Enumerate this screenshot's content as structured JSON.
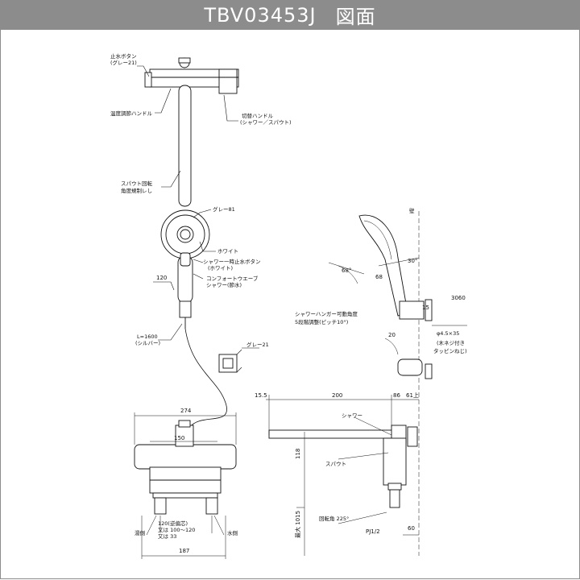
{
  "header": {
    "model": "TBV03453J",
    "title": "図面"
  },
  "labels": {
    "stop_button": "止水ボタン",
    "stop_button_color": "(グレー21)",
    "temp_handle": "温度調節ハンドル",
    "switch_handle": "切替ハンドル",
    "switch_handle_sub": "(シャワー／スパウト)",
    "spout_scale_1": "スパウト回転",
    "spout_scale_2": "角度規制レし",
    "head_color": "グレー81",
    "white": "ホワイト",
    "shower_stop_button": "シャワー一時止水ボタン",
    "shower_stop_button_sub": "(ホワイト)",
    "comfort_wave_1": "コンフォートウエーブ",
    "comfort_wave_2": "シャワー(節水)",
    "hose_length": "L=1600",
    "hose_color": "(シルバー)",
    "holder_color": "グレー21",
    "wall": "壁",
    "hanger_angle": "シャワーハンガー可動角度",
    "hanger_step": "5段階調整(ピッチ10°)",
    "screw": "φ4.5×35",
    "screw_sub_1": "(木ネジ付き",
    "screw_sub_2": "タッピンねじ)",
    "shower_label": "シャワー",
    "spout_label": "スパウト",
    "hot_water": "湯側",
    "cold_water": "水側",
    "spec_center": "120(逆偏芯)",
    "spec_range_1": "又は 100〜120",
    "spec_range_2": "又は 33",
    "spout_rotation": "回転角 225°"
  },
  "dimensions": {
    "d_274": "274",
    "d_120_top": "120",
    "d_187": "187",
    "d_150": "150",
    "d_200": "200",
    "d_15_5": "15.5",
    "d_86": "86",
    "d_68": "68",
    "d_60": "60",
    "d_118": "118",
    "d_1015": "最大 1015",
    "d_a15": "15",
    "d_a30": "30°",
    "d_a68": "68°",
    "d_pj": "PJ1/2",
    "d_lim": "61上",
    "d_20": "20",
    "d_3060": "3060"
  }
}
